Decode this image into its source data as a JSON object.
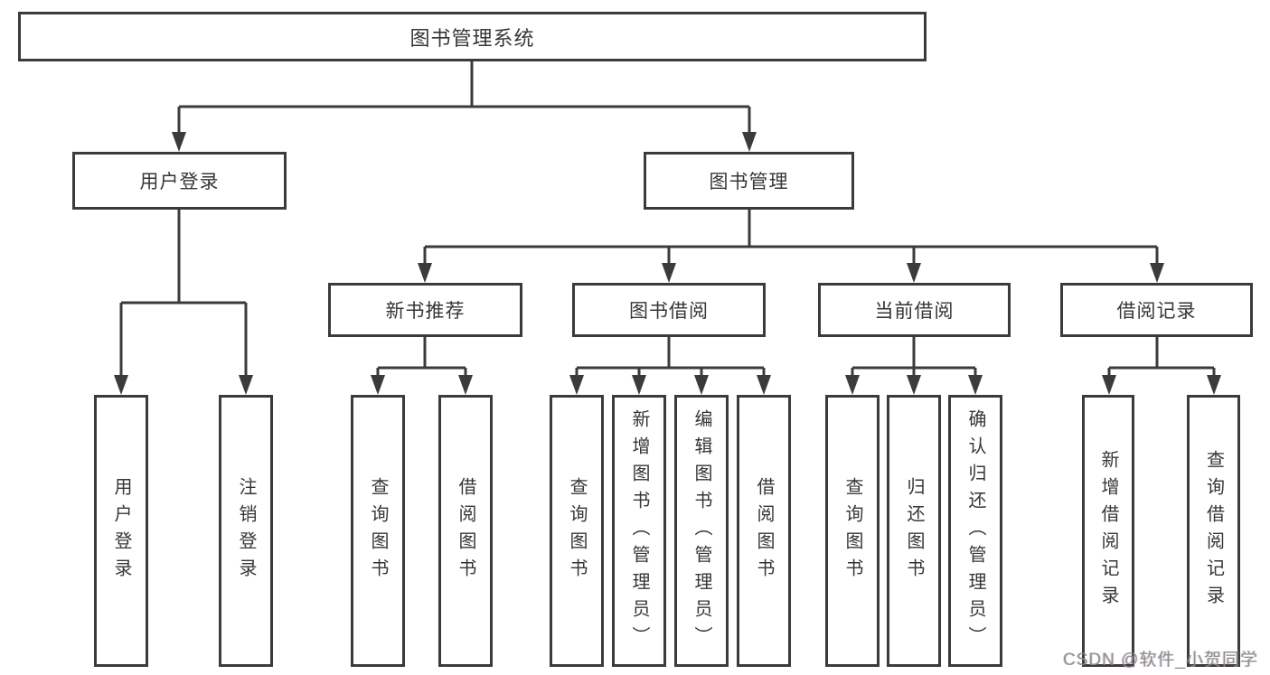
{
  "diagram": {
    "title": "图书管理系统",
    "colors": {
      "background": "#ffffff",
      "line": "#3b3b3b",
      "text": "#363636",
      "watermark": "#8a8a8a"
    },
    "nodes": {
      "root": "图书管理系统",
      "user_login": "用户登录",
      "book_management": "图书管理",
      "new_book_recommend": "新书推荐",
      "book_borrowing": "图书借阅",
      "current_borrowing": "当前借阅",
      "borrowing_records": "借阅记录",
      "leaf_user_login": "用户登录",
      "leaf_logout": "注销登录",
      "leaf_nb_query_books": "查询图书",
      "leaf_nb_borrow_books": "借阅图书",
      "leaf_bb_query_books": "查询图书",
      "leaf_bb_add_books_admin": "新增图书（管理员）",
      "leaf_bb_edit_books_admin": "编辑图书（管理员）",
      "leaf_bb_borrow_books": "借阅图书",
      "leaf_cb_query_books": "查询图书",
      "leaf_cb_return_books": "归还图书",
      "leaf_cb_confirm_return_admin": "确认归还（管理员）",
      "leaf_br_add_record": "新增借阅记录",
      "leaf_br_query_record": "查询借阅记录"
    },
    "watermark": "CSDN @软件_小贺同学"
  }
}
